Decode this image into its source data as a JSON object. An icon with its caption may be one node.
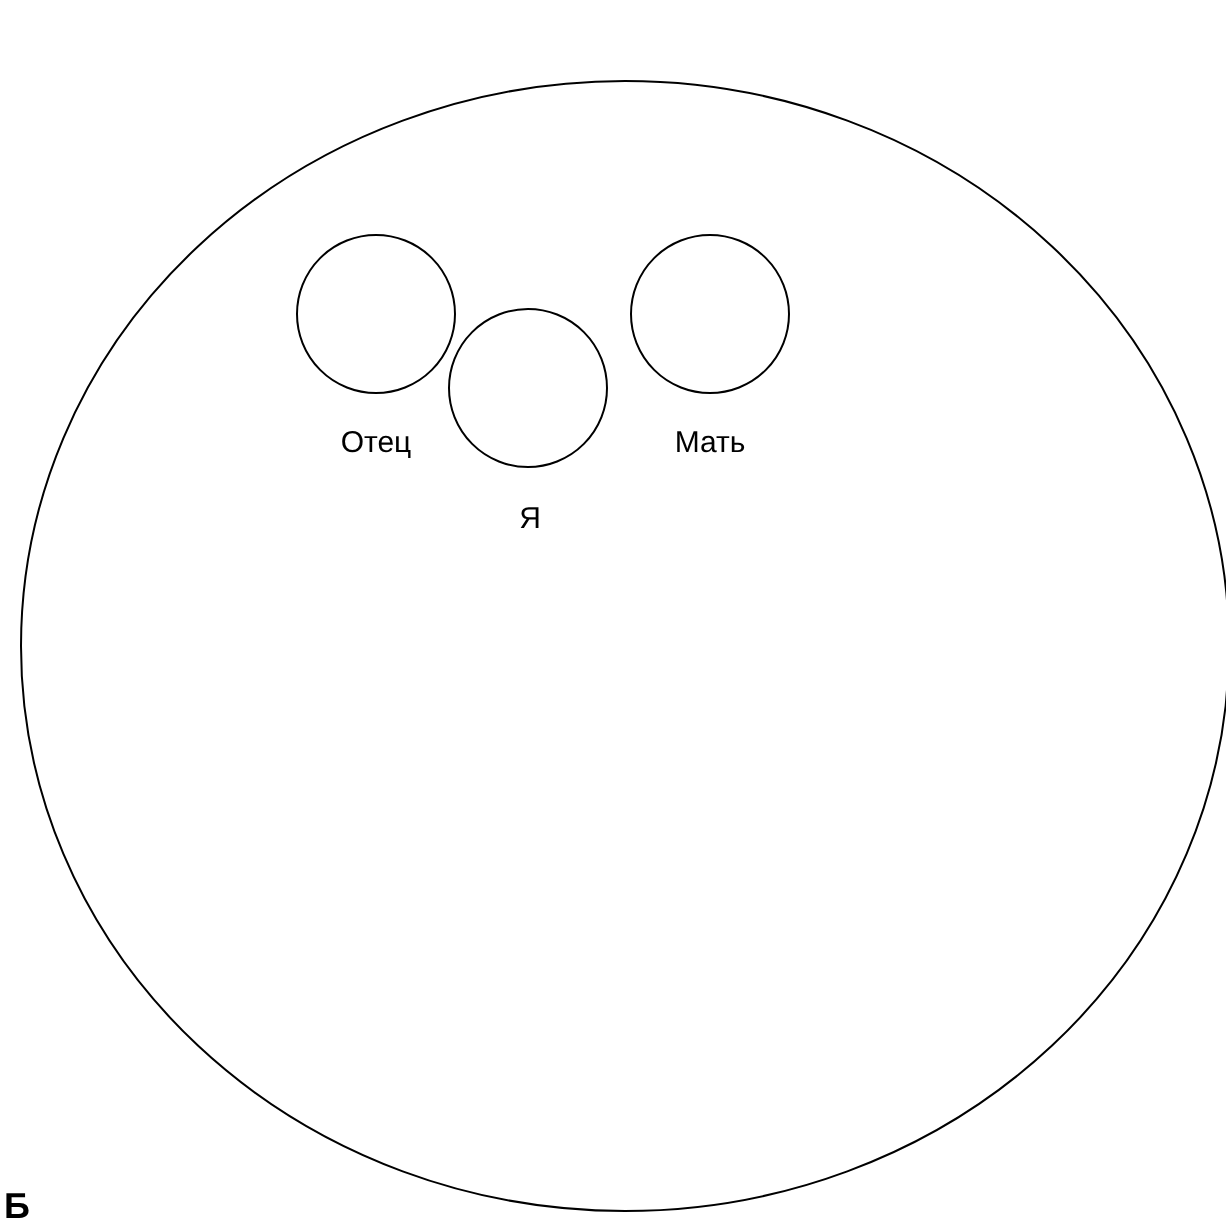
{
  "diagram": {
    "nodes": [
      {
        "text": [],
        "shape": "circle"
      },
      {
        "text": [
          "Отец"
        ],
        "in": 0
      },
      {
        "text": [
          "Я"
        ],
        "in": 0
      },
      {
        "text": [
          "Мать"
        ],
        "in": 0
      }
    ],
    "labels": [
      "Б"
    ]
  }
}
